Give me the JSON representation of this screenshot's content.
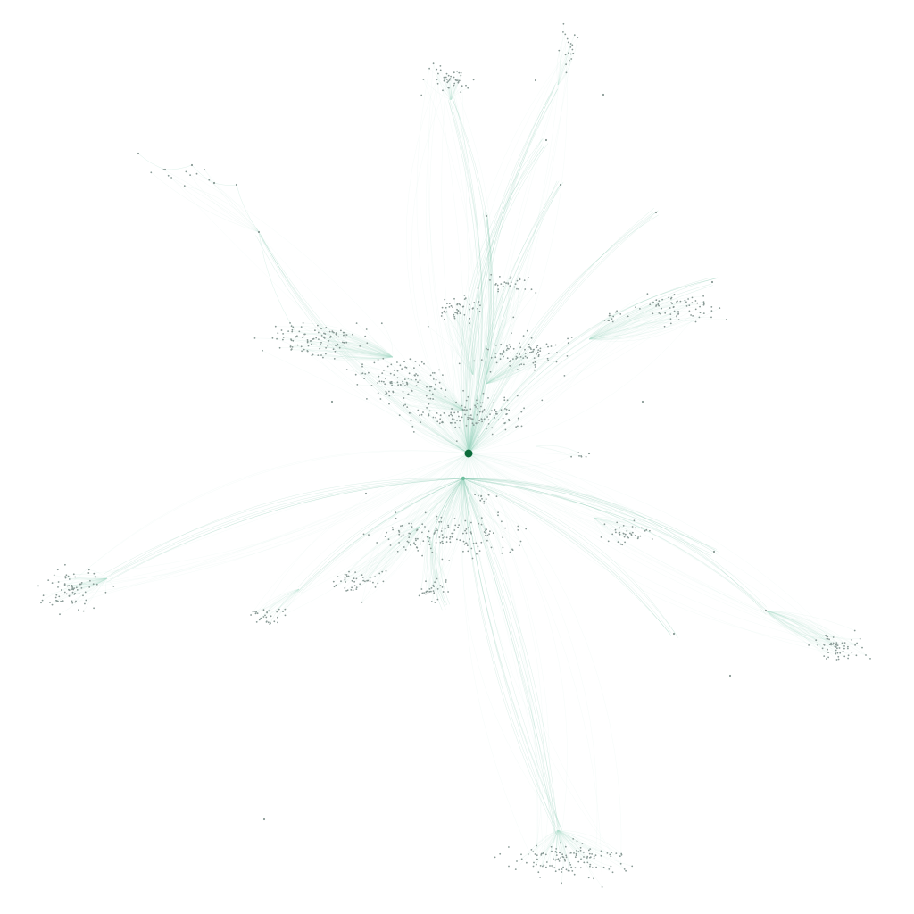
{
  "graph": {
    "type": "network",
    "labels_shown": false,
    "colors": {
      "background": "#ffffff",
      "edge": "#a8dccb",
      "edge_strong": "#6fbf9f",
      "node": "#8a9a96",
      "hub": "#0b6b3a"
    },
    "hub_count": 1,
    "cluster_count": 21
  }
}
